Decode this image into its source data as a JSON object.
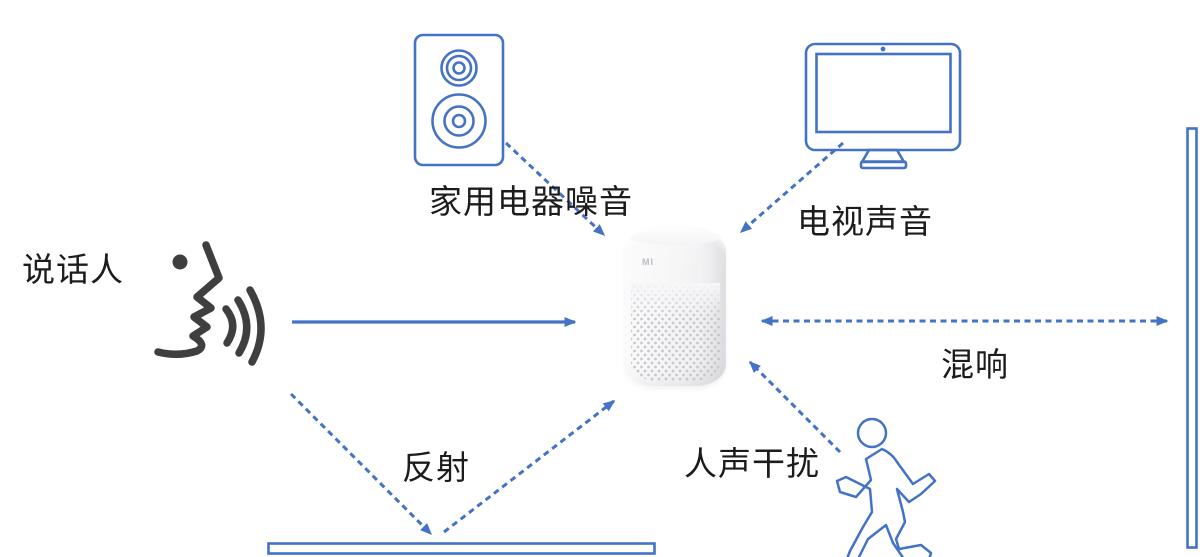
{
  "diagram": {
    "labels": {
      "speaker_person": "说话人",
      "appliance_noise": "家用电器噪音",
      "tv_sound": "电视声音",
      "reverberation": "混响",
      "reflection": "反射",
      "voice_interference": "人声干扰"
    },
    "device": {
      "logo": "MI"
    },
    "colors": {
      "accent_blue": "#4472C4",
      "talker_icon": "#3F3F3F",
      "label_text": "#1C1C1C",
      "device_body": "#F4F4F6"
    },
    "connections": [
      {
        "from": "说话人",
        "to": "smart-speaker",
        "style": "solid-arrow"
      },
      {
        "from": "家用电器噪音",
        "to": "smart-speaker",
        "style": "dashed-arrow"
      },
      {
        "from": "电视声音",
        "to": "smart-speaker",
        "style": "dashed-arrow"
      },
      {
        "from": "smart-speaker",
        "to": "wall",
        "style": "dashed-double-arrow",
        "label": "混响"
      },
      {
        "from": "说话人",
        "to": "floor",
        "style": "dashed-arrow",
        "label": "反射"
      },
      {
        "from": "floor",
        "to": "smart-speaker",
        "style": "dashed-arrow",
        "label": "反射"
      },
      {
        "from": "running-person",
        "to": "smart-speaker",
        "style": "dashed-arrow",
        "label": "人声干扰"
      }
    ]
  }
}
